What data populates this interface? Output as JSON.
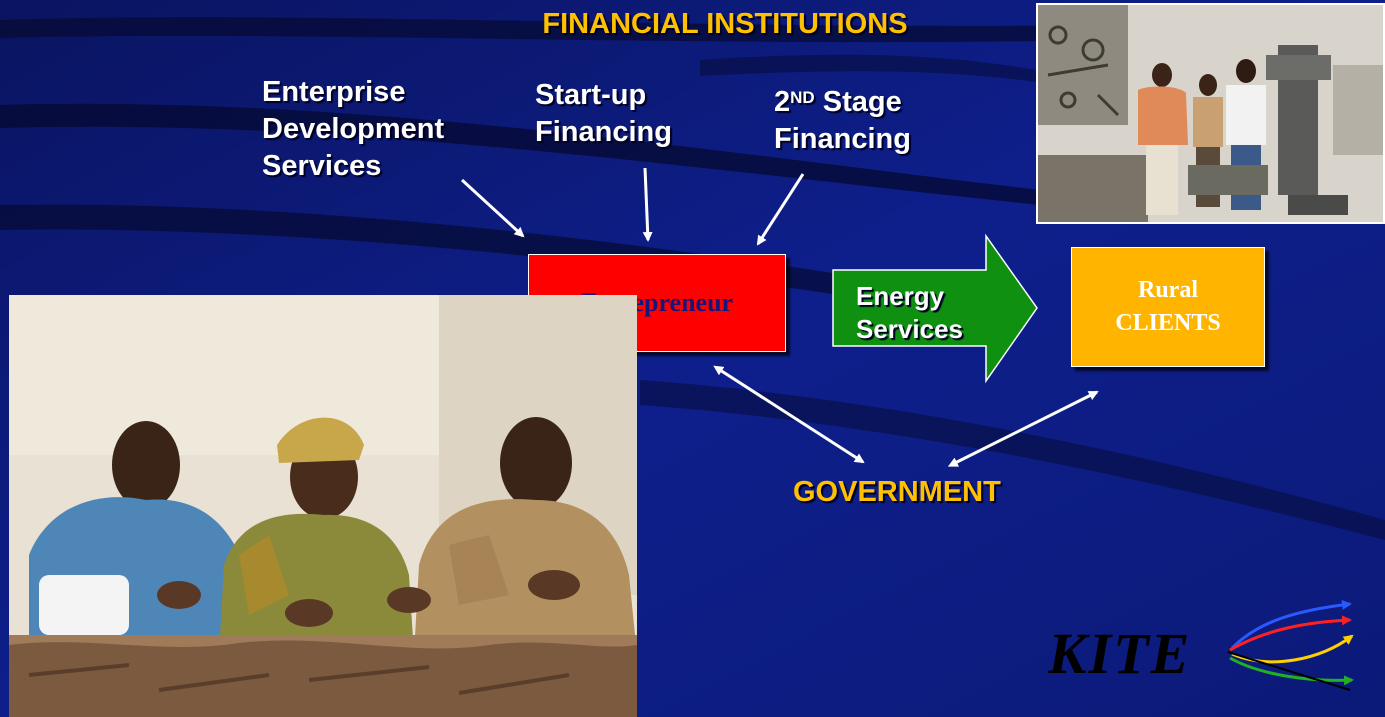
{
  "header": {
    "title": "FINANCIAL INSTITUTIONS"
  },
  "sources": [
    {
      "lines": [
        "Enterprise",
        "Development",
        "Services"
      ]
    },
    {
      "lines": [
        "Start-up",
        "Financing"
      ]
    },
    {
      "line1_main": "2",
      "line1_sup": "ND",
      "line1_rest": " Stage",
      "line2": "Financing"
    }
  ],
  "entrepreneur": {
    "label": "Entrepreneur",
    "color": "#ff0000"
  },
  "energy_services": {
    "lines": [
      "Energy",
      "Services"
    ],
    "color": "#109010"
  },
  "rural_clients": {
    "lines": [
      "Rural",
      "CLIENTS"
    ],
    "color": "#ffb400"
  },
  "government": {
    "label": "GOVERNMENT"
  },
  "logo": {
    "text": "KITE"
  },
  "colors": {
    "background": "#0c1a7a",
    "accent": "#ffc000"
  }
}
